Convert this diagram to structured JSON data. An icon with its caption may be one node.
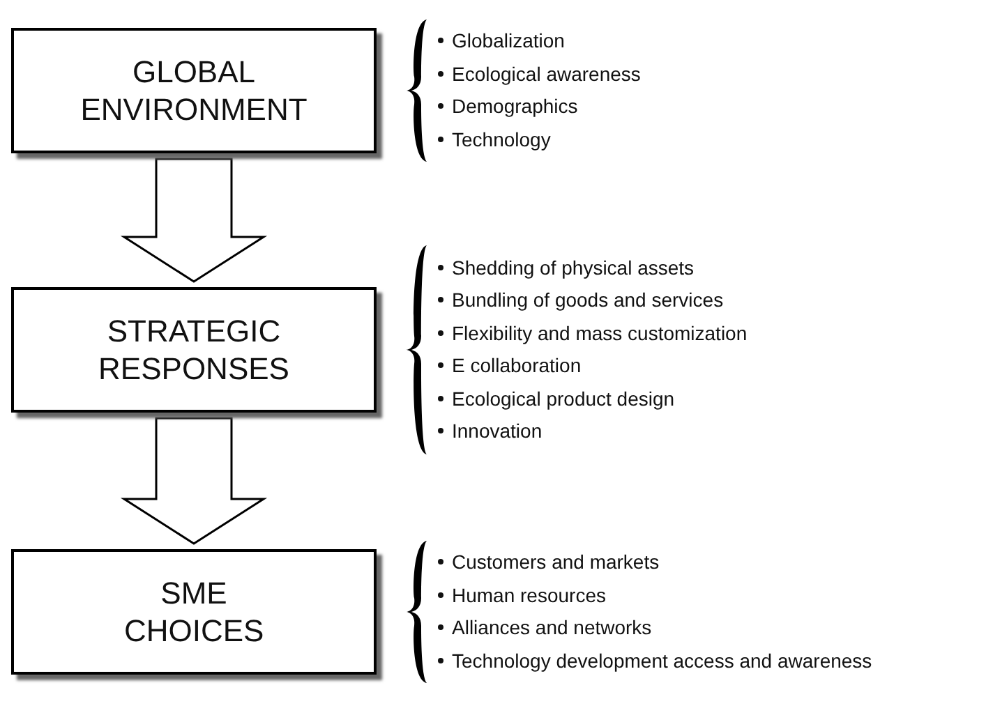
{
  "diagram": {
    "nodes": [
      {
        "text": [
          "GLOBAL ENVIRONMENT"
        ],
        "beside": [
          "Globalization",
          "Ecological awareness",
          "Demographics",
          "Technology"
        ]
      },
      {
        "text": [
          "STRATEGIC RESPONSES"
        ],
        "beside": [
          "Shedding of physical assets",
          "Bundling of goods and services",
          "Flexibility and mass customization",
          "E collaboration",
          "Ecological product design",
          "Innovation"
        ]
      },
      {
        "text": [
          "SME CHOICES"
        ],
        "beside": [
          "Customers and markets",
          "Human resources",
          "Alliances and networks",
          "Technology development access and awareness"
        ]
      },
      {
        "text": [],
        "shape": "bracket"
      },
      {
        "text": [],
        "shape": "bracket"
      },
      {
        "text": [],
        "shape": "bracket"
      }
    ],
    "edges": [
      {
        "from": 0,
        "to": 1,
        "arrow": "to"
      },
      {
        "from": 1,
        "to": 2,
        "arrow": "to"
      }
    ]
  }
}
